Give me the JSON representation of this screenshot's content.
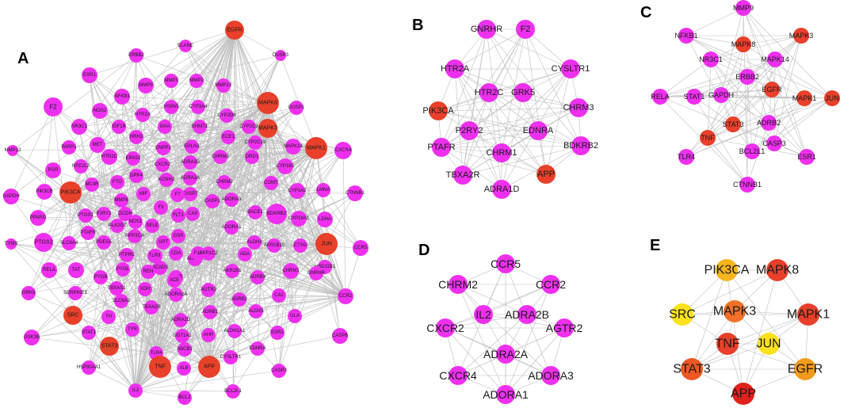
{
  "colors": {
    "magenta": "#ee30ee",
    "red": "#e8402a",
    "orange_red": "#f05722",
    "dark_orange": "#f2712a",
    "orange": "#f39a1d",
    "gold": "#f5b51f",
    "yellow": "#fde11c",
    "crimson": "#e2201c",
    "edge": "#bdbdbd"
  },
  "panels": [
    {
      "letter": "A",
      "nodes": [
        "ELANE",
        "EGFR",
        "ERBB2",
        "DUSP3",
        "ESR1",
        "MMP9",
        "MMP3",
        "MMP2",
        "MMP13",
        "MAPK8",
        "NFKB1",
        "NOS2",
        "HSPA5",
        "CYP3A4",
        "F2",
        "HTR2A",
        "DUSP1",
        "CYP2D6",
        "MAPK3",
        "EHMT1",
        "GAA",
        "CYP2C9",
        "IGF1R",
        "NR3C1",
        "ECE1",
        "MAPK14",
        "CYP2C19",
        "CXCR4",
        "MMP12",
        "PARP1",
        "MET",
        "HRH2",
        "EGLN1",
        "ENPP1",
        "HTR2C",
        "CYP1B1",
        "MAPK1",
        "DRD1",
        "CHRM3",
        "ADRA2B",
        "CXCR2",
        "EPAS1",
        "NFE2L2",
        "PGR",
        "ADRA2A",
        "KCNH2",
        "CASP7",
        "COMT",
        "DPP4",
        "CHRM2",
        "FTO",
        "MC4R",
        "CYP1A2",
        "LMNA",
        "PIK3CB",
        "PIK3CA",
        "CTNNB1",
        "GAPDH",
        "ADORA3",
        "CASP1",
        "F7",
        "MIF",
        "MMP8",
        "BACE1",
        "PTGS1",
        "P2RY2",
        "GCDH",
        "LDHA",
        "CYP19A1",
        "BDKRB2",
        "FLT1",
        "F3",
        "NOS1",
        "SELE",
        "PPARG",
        "CA9",
        "GPT",
        "ADORA1",
        "PLA2G7",
        "PTAFR",
        "PTGS2",
        "SLC6A4",
        "PDE5A",
        "SELP",
        "GSR",
        "JUN",
        "PPP3CA",
        "CDA",
        "ALDH2",
        "AKR1B10",
        "TYMS",
        "CCR5",
        "AURKA",
        "F10",
        "CTSG",
        "AKR1C2",
        "PTPRC",
        "TLR9",
        "ACADS",
        "HSD11B1",
        "RELA",
        "TAT",
        "PYGL",
        "ACHE",
        "AKR1B1",
        "ADA",
        "REN",
        "CHRM1",
        "PYGB",
        "ACE",
        "ADRB3",
        "TBXAS1",
        "GNRHR",
        "SERPINE1",
        "GRK5",
        "SLC6A2",
        "AGTR2",
        "CA2",
        "XDH",
        "ADRB2",
        "CCR2",
        "SRC",
        "ADORA2A",
        "TH",
        "ALOX5",
        "TBXA2R",
        "GLA",
        "ADRB1",
        "ADRA1D",
        "STAT1",
        "ESR2",
        "GSK3B",
        "TYR",
        "UGT1A1",
        "CASP8",
        "AHR",
        "ABCB1",
        "ALDH1A1",
        "STAT3",
        "EDNRA",
        "HSP90AA1",
        "TLR4",
        "CYSLTR1",
        "TNF",
        "ALB",
        "APP",
        "CASP3",
        "IL2",
        "BCL2L1",
        "BCL2"
      ]
    },
    {
      "letter": "B",
      "nodes": [
        "GNRHR",
        "F2",
        "HTR2A",
        "CYSLTR1",
        "HTR2C",
        "GRK5",
        "PIK3CA",
        "CHRM3",
        "EDNRA",
        "P2RY2",
        "PTAFR",
        "BDKRB2",
        "CHRM1",
        "TBXA2R",
        "APP",
        "ADRA1D"
      ]
    },
    {
      "letter": "C",
      "nodes": [
        "MMP9",
        "NFKB1",
        "MAPK8",
        "MAPK3",
        "NR3C1",
        "MAPK14",
        "ERBB2",
        "RELA",
        "STAT1",
        "GAPDH",
        "EGFR",
        "MAPK1",
        "JUN",
        "STAT3",
        "ADRB2",
        "TNF",
        "CASP3",
        "BCL2L1",
        "TLR4",
        "ESR1",
        "CTNNB1"
      ]
    },
    {
      "letter": "D",
      "nodes": [
        "CCR5",
        "CHRM2",
        "CCR2",
        "IL2",
        "ADRA2B",
        "CXCR2",
        "AGTR2",
        "ADRA2A",
        "CXCR4",
        "ADORA3",
        "ADORA1"
      ]
    },
    {
      "letter": "E",
      "nodes": [
        "PIK3CA",
        "MAPK8",
        "SRC",
        "MAPK3",
        "MAPK1",
        "TNF",
        "JUN",
        "STAT3",
        "EGFR",
        "APP"
      ]
    }
  ]
}
